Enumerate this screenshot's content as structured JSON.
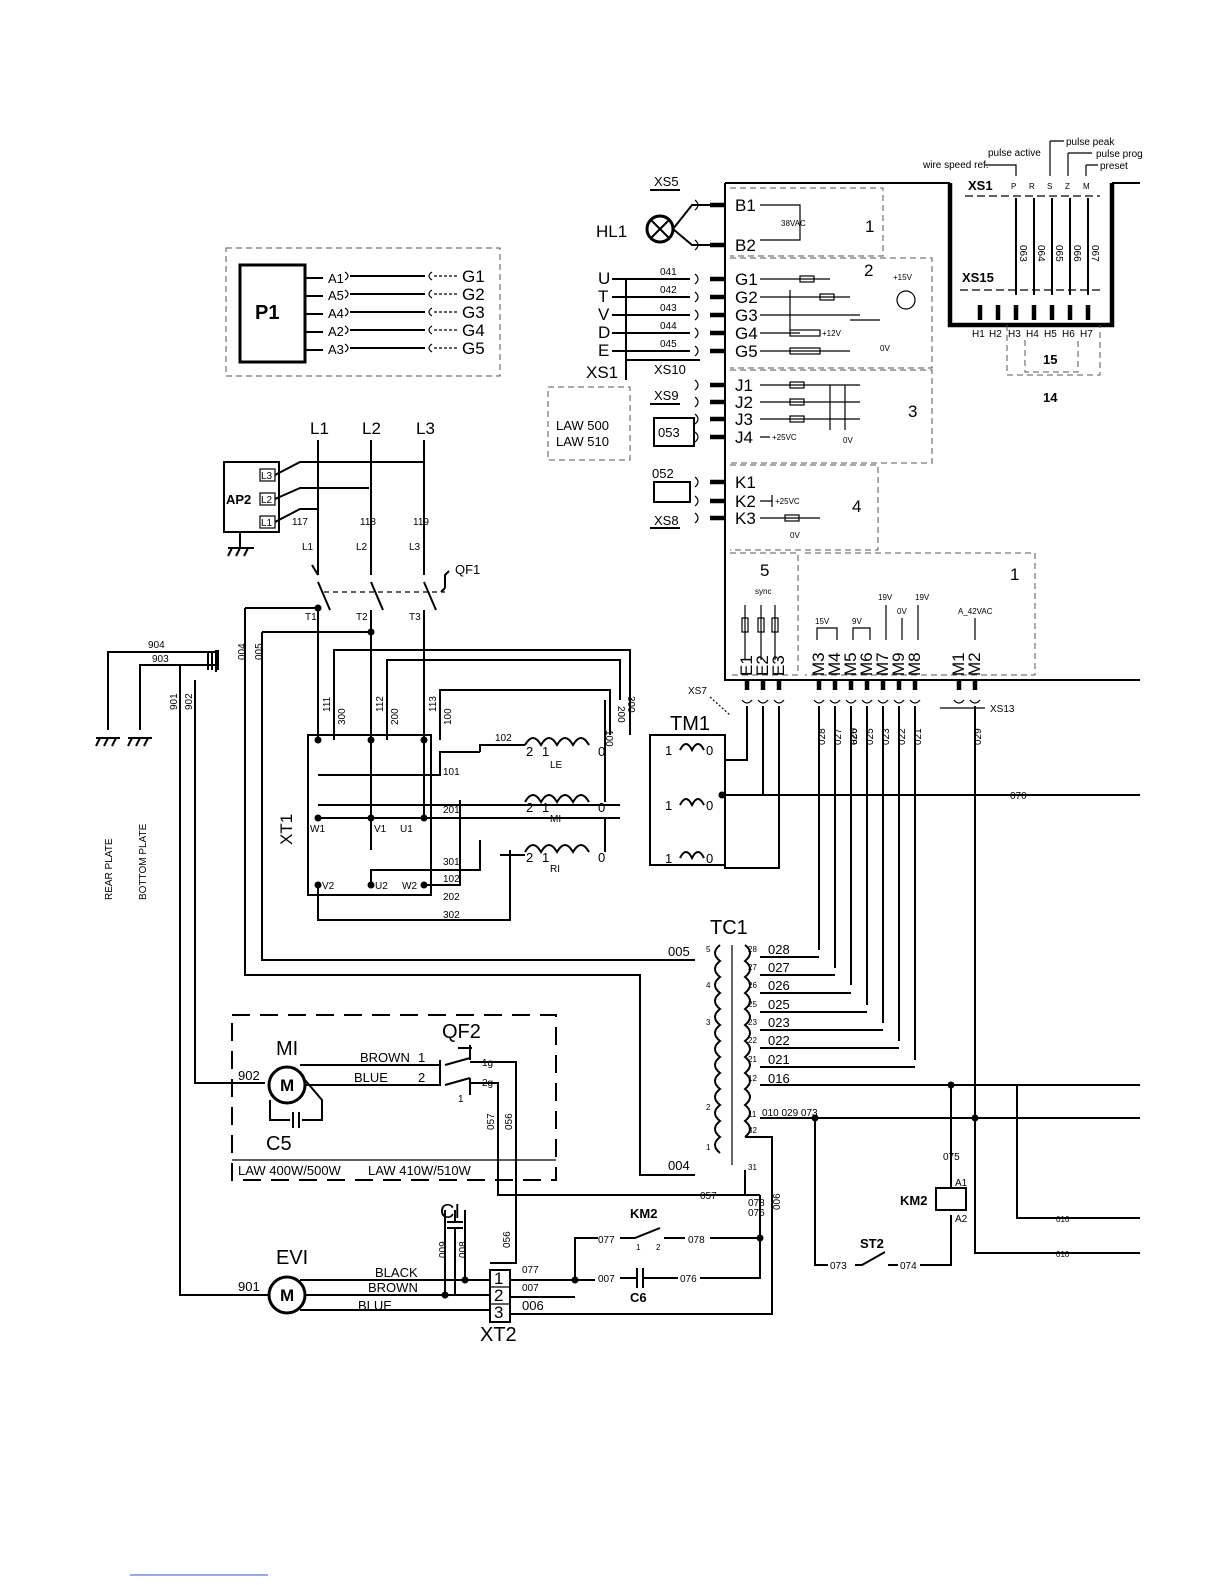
{
  "p1": {
    "label": "P1",
    "pins": [
      "A1",
      "A5",
      "A4",
      "A2",
      "A3"
    ],
    "targets": [
      "G1",
      "G2",
      "G3",
      "G4",
      "G5"
    ]
  },
  "ap2": {
    "label": "AP2",
    "pins": [
      "L3",
      "L2",
      "L1"
    ]
  },
  "phases": [
    "L1",
    "L2",
    "L3"
  ],
  "qf1": {
    "label": "QF1",
    "wires": [
      "117",
      "118",
      "119"
    ],
    "inputs": [
      "L1",
      "L2",
      "L3"
    ],
    "outputs": [
      "T1",
      "T2",
      "T3"
    ]
  },
  "xt1": {
    "label": "XT1",
    "top": [
      "111",
      "300",
      "112",
      "200",
      "113",
      "100"
    ],
    "mid": [
      "W1",
      "V1",
      "U1"
    ],
    "bottom": [
      "V2",
      "U2",
      "W2"
    ]
  },
  "windings": {
    "le": "LE",
    "mi": "MI",
    "ri": "RI",
    "pin_a": "2",
    "pin_b": "1",
    "pin_c": "0"
  },
  "wire_nums": [
    "102",
    "101",
    "201",
    "301",
    "102",
    "202",
    "302",
    "100",
    "200",
    "300",
    "004",
    "005",
    "904",
    "903",
    "901",
    "902"
  ],
  "ground_labels": {
    "rear": "REAR PLATE",
    "bottom": "BOTTOM PLATE"
  },
  "hl1": {
    "label": "HL1",
    "connector": "XS5",
    "pins": [
      "B1",
      "B2"
    ],
    "note": "38VAC"
  },
  "xs1": {
    "label": "XS1",
    "letters": [
      "U",
      "T",
      "V",
      "D",
      "E"
    ],
    "wires": [
      "041",
      "042",
      "043",
      "044",
      "045"
    ],
    "pins": [
      "G1",
      "G2",
      "G3",
      "G4",
      "G5"
    ],
    "xs10": "XS10",
    "v15": "+15V",
    "v12": "+12V",
    "v0": "0V"
  },
  "xs9": {
    "label": "XS9",
    "models": [
      "LAW 500",
      "LAW 510"
    ],
    "wire": "053",
    "pins": [
      "J1",
      "J2",
      "J3",
      "J4"
    ],
    "v25": "+25VC",
    "v0": "0V"
  },
  "xs8": {
    "label": "XS8",
    "wire": "052",
    "pins": [
      "K1",
      "K2",
      "K3"
    ],
    "v25": "+25VC",
    "v0": "0V"
  },
  "blocks": [
    "1",
    "2",
    "3",
    "4",
    "5",
    "1",
    "14",
    "15"
  ],
  "xs7": {
    "label": "XS7",
    "pins": [
      "E1",
      "E2",
      "E3"
    ],
    "sync": "sync"
  },
  "mpins": {
    "pins": [
      "M3",
      "M4",
      "M5",
      "M6",
      "M7",
      "M9",
      "M8"
    ],
    "volts": [
      "15V",
      "9V",
      "19V",
      "0V",
      "19V"
    ],
    "xs13": "XS13",
    "m": [
      "M1",
      "M2"
    ],
    "ac": "A_42VAC",
    "wires": [
      "028",
      "027",
      "026",
      "025",
      "023",
      "022",
      "021",
      "029"
    ]
  },
  "topright": {
    "xs1": "XS1",
    "xs15": "XS15",
    "notes": [
      "pulse active",
      "wire speed ref.",
      "pulse peak",
      "pulse prog",
      "preset"
    ],
    "letters": [
      "P",
      "R",
      "S",
      "Z",
      "M"
    ],
    "wires": [
      "063",
      "064",
      "065",
      "066",
      "067"
    ],
    "hpins": [
      "H1",
      "H2",
      "H3",
      "H4",
      "H5",
      "H6",
      "H7"
    ]
  },
  "tm1": {
    "label": "TM1",
    "a": "1",
    "b": "0",
    "wire": "070"
  },
  "tc1": {
    "label": "TC1",
    "taps": [
      "5",
      "4",
      "3",
      "2",
      "1"
    ],
    "sec": [
      "28",
      "27",
      "26",
      "25",
      "23",
      "22",
      "21",
      "12",
      "11",
      "32",
      "31"
    ],
    "wires": [
      "028",
      "027",
      "026",
      "025",
      "023",
      "022",
      "021",
      "016",
      "010 029 073"
    ],
    "w005": "005",
    "w004": "004"
  },
  "m1": {
    "label": "MI",
    "wire": "902",
    "c5": "C5",
    "brown": "BROWN",
    "blue": "BLUE",
    "n1": "1",
    "n2": "2",
    "models": [
      "LAW 400W/500W",
      "LAW 410W/510W"
    ]
  },
  "qf2": {
    "label": "QF2",
    "pins": [
      "1g",
      "2g",
      "1"
    ]
  },
  "ev1": {
    "label": "EVI",
    "wire": "901",
    "black": "BLACK",
    "brown": "BROWN",
    "blue": "BLUE"
  },
  "c1": {
    "label": "CI",
    "wires": [
      "009",
      "008"
    ]
  },
  "xt2": {
    "label": "XT2",
    "terms": [
      "1",
      "2",
      "3"
    ],
    "wires": [
      "077",
      "007",
      "006"
    ]
  },
  "km2": {
    "label": "KM2",
    "wires": [
      "077",
      "078"
    ],
    "n1": "1",
    "n2": "2",
    "coil": "KM2",
    "a1": "A1",
    "a2": "A2",
    "w075": "075"
  },
  "c6": {
    "label": "C6",
    "wires": [
      "007",
      "076"
    ]
  },
  "st2": {
    "label": "ST2",
    "wires": [
      "073",
      "074"
    ]
  },
  "misc": {
    "w057": "057",
    "w056": "056",
    "w078": "078",
    "w076": "076",
    "w006": "006",
    "w016": "016",
    "w010": "010"
  }
}
